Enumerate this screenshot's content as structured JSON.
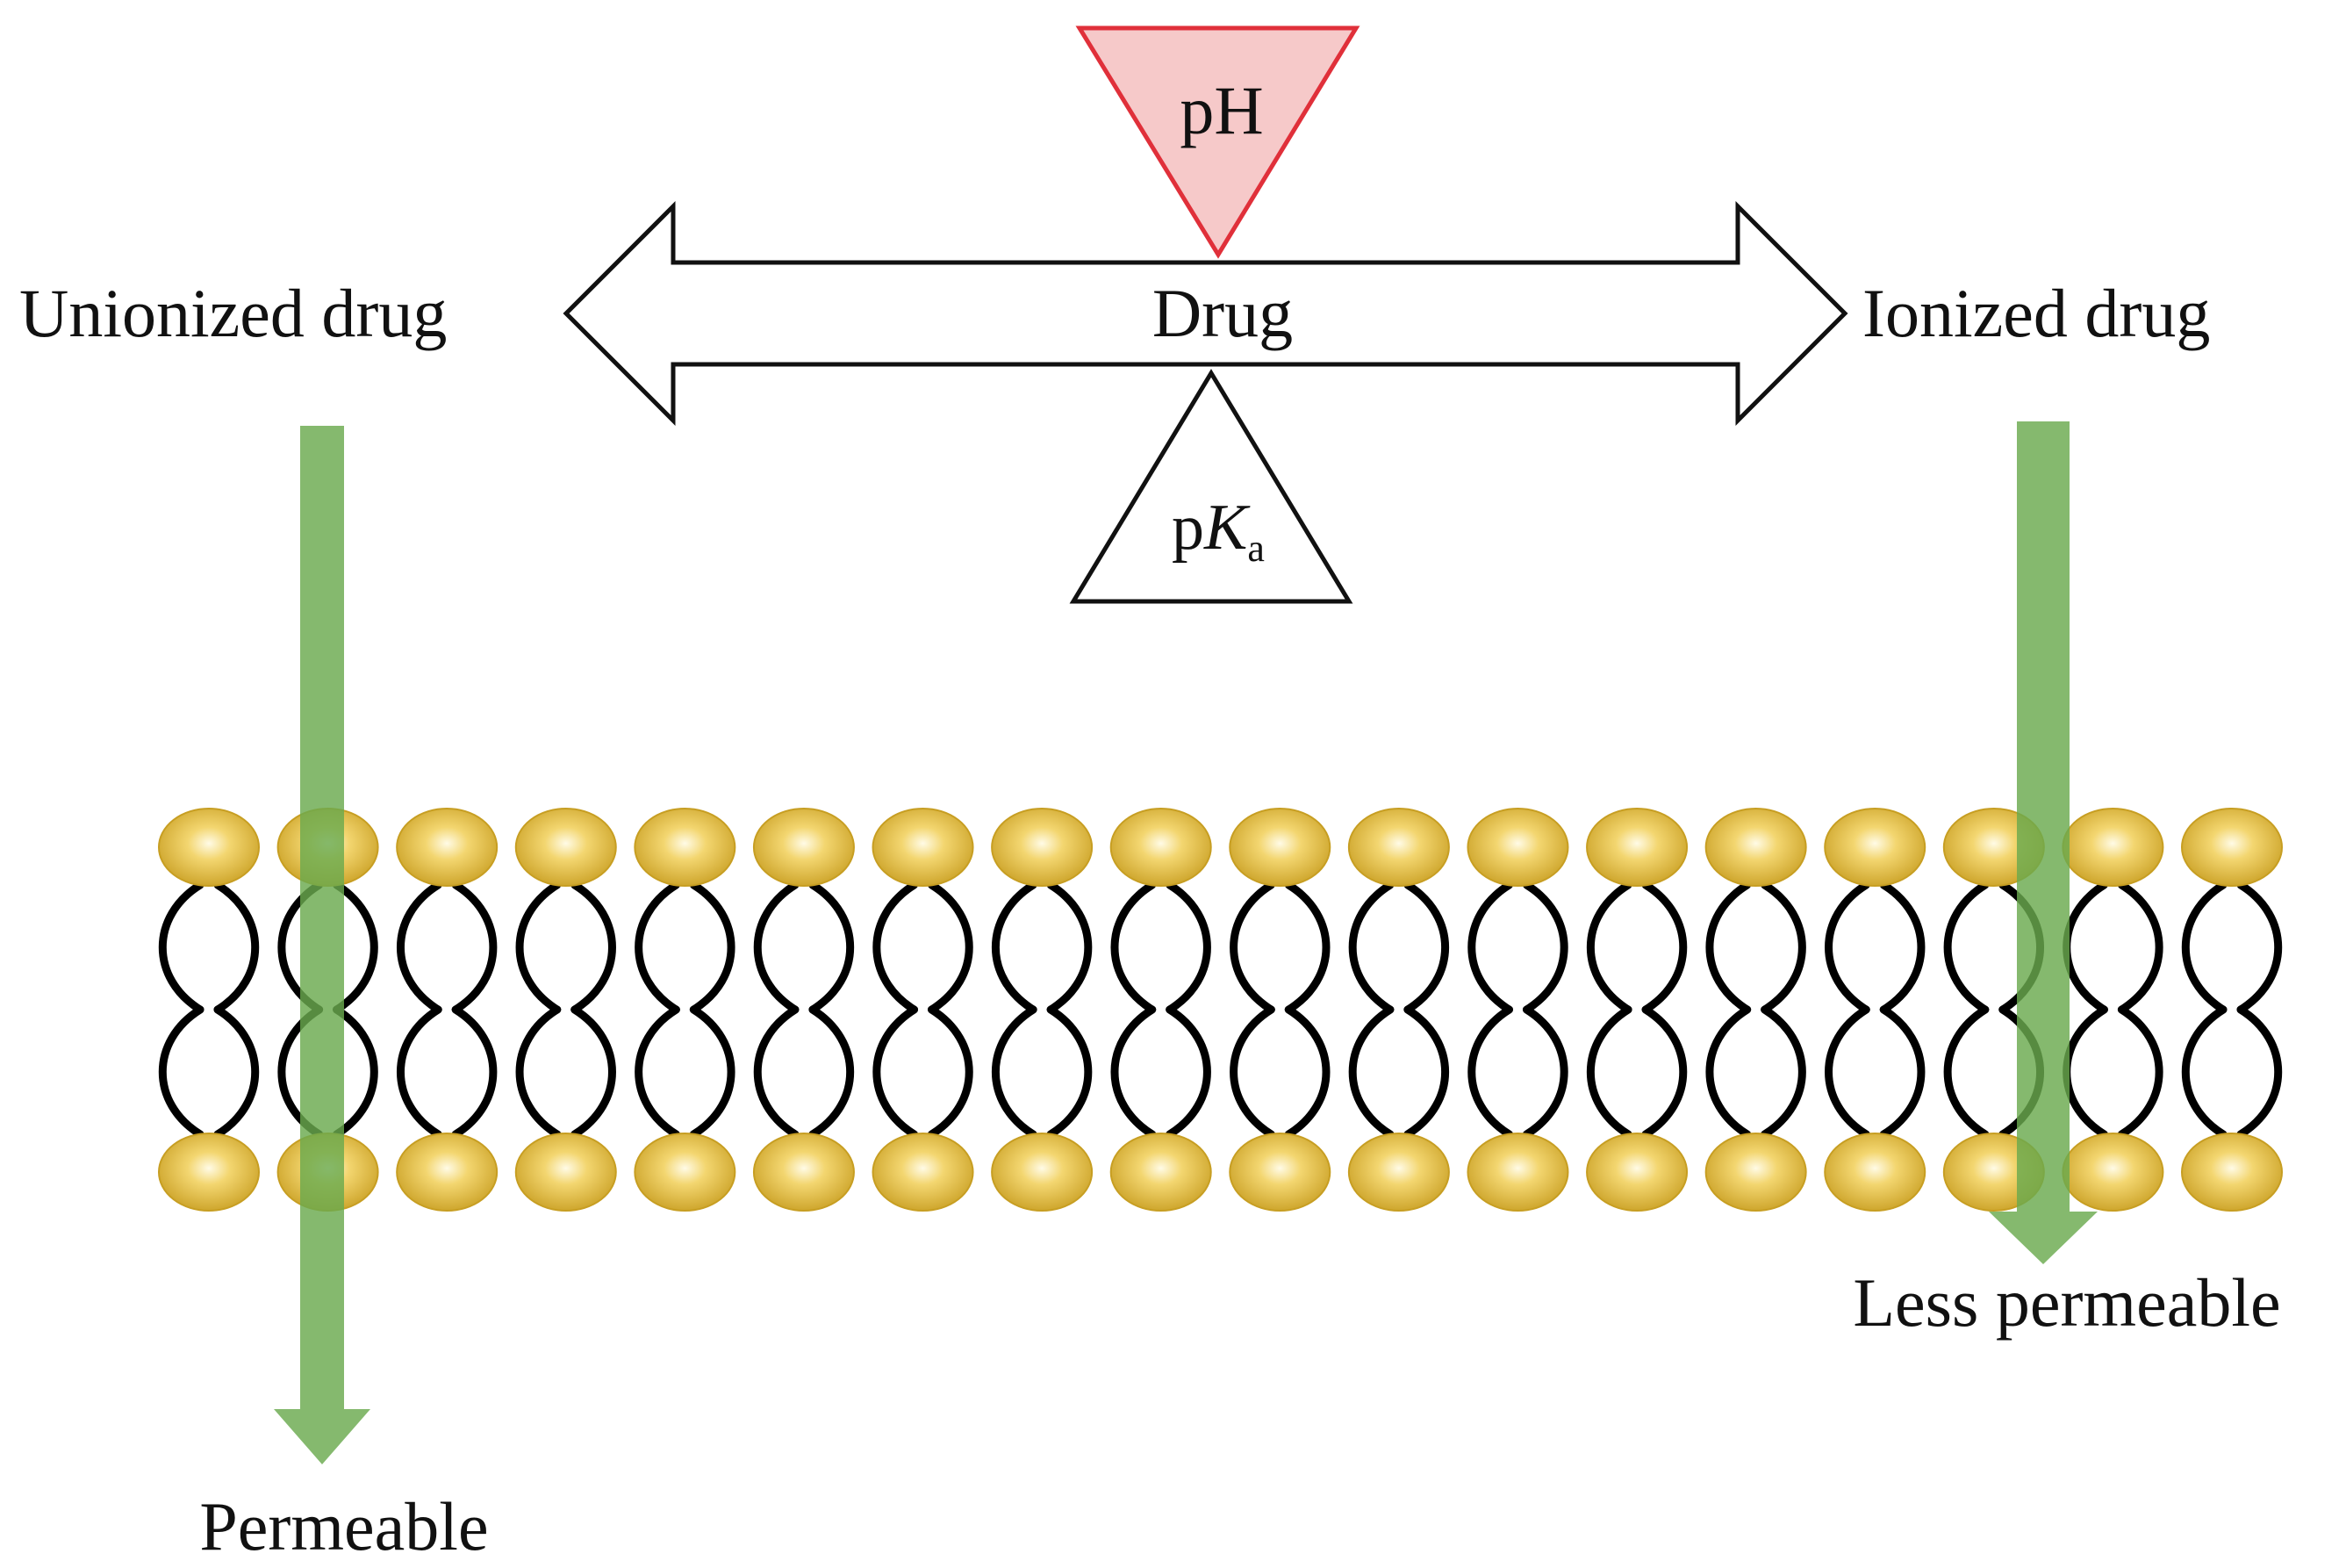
{
  "labels": {
    "ph": "pH",
    "drug": "Drug",
    "unionized": "Unionized drug",
    "ionized": "Ionized drug",
    "pka_prefix": "p",
    "pka_main": "K",
    "pka_sub": "a",
    "permeable": "Permeable",
    "less_permeable": "Less permeable"
  },
  "colors": {
    "ph_fill": "#f6c9c9",
    "ph_stroke": "#e0303a",
    "arrow_green": "#6aaa4e",
    "lipid_head": "#e9c34b",
    "lipid_head_edge": "#c79e22",
    "lipid_tail": "#000000"
  },
  "membrane": {
    "heads_per_leaflet": 18
  }
}
